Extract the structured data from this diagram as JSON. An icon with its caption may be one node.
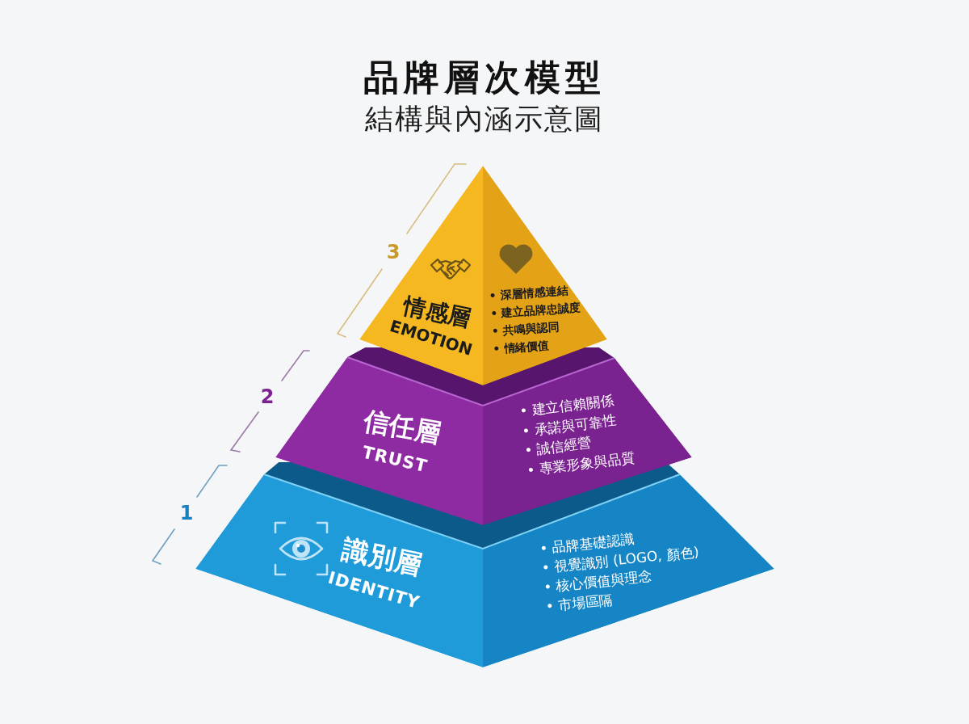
{
  "diagram": {
    "title": "品牌層次模型",
    "nodes": [
      {
        "text": [
          "情感層",
          "EMOTION",
          "• 深層情感連結",
          "• 建立品牌忠誠度",
          "• 共鳴與認同",
          "• 情緒價值"
        ],
        "beside": [
          "3"
        ]
      },
      {
        "text": [
          "信任層",
          "TRUST",
          "• 建立信賴關係",
          "• 承諾與可靠性",
          "• 誠信經營",
          "• 專業形象與品質"
        ],
        "beside": [
          "2"
        ]
      },
      {
        "text": [
          "識別層",
          "IDENTITY",
          "• 品牌基礎認識",
          "• 視覺識別 (LOGO, 顏色)",
          "• 核心價值與理念",
          "• 市場區隔"
        ],
        "beside": [
          "1"
        ]
      }
    ],
    "labels": [
      "結構與內涵示意圖"
    ]
  }
}
